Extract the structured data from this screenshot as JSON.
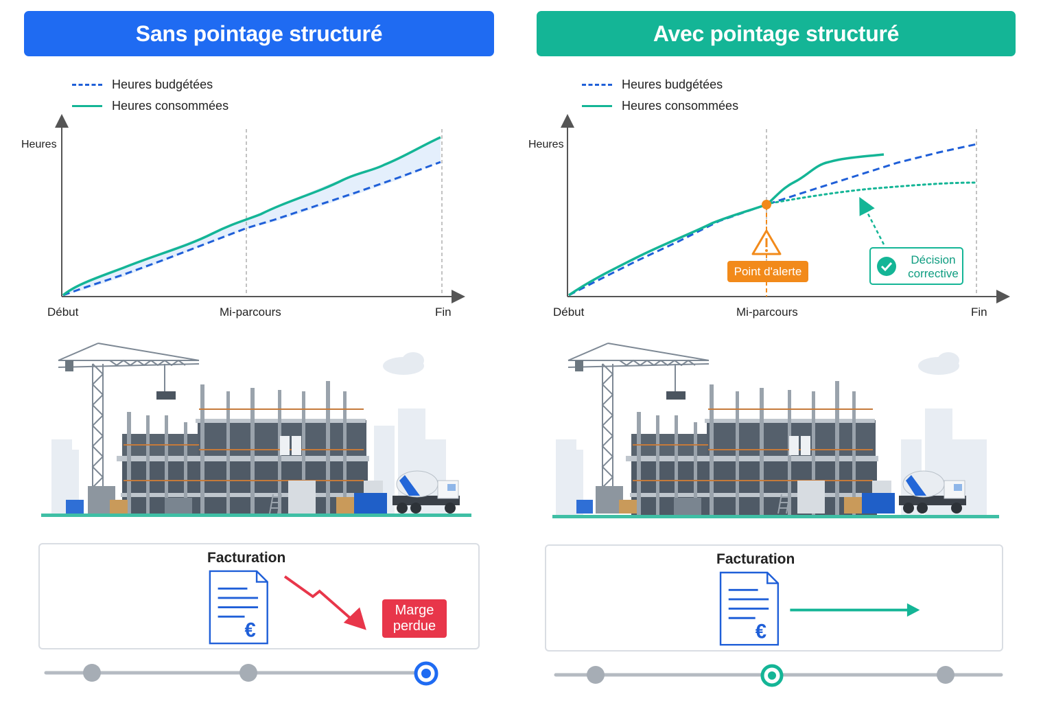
{
  "left_panel": {
    "title": "Sans pointage structuré",
    "legend": {
      "budget_label": "Heures budgétées",
      "consumed_label": "Heures consommées"
    },
    "axis": {
      "y_label": "Heures",
      "x_ticks": [
        "Début",
        "Mi-parcours",
        "Fin"
      ]
    },
    "billing": {
      "title": "Facturation",
      "icon": "invoice-euro-icon",
      "trend_icon": "downward-zigzag-arrow-icon",
      "badge": "Marge perdue"
    },
    "timeline": {
      "steps": 3,
      "active_step": 3
    }
  },
  "right_panel": {
    "title": "Avec pointage structuré",
    "legend": {
      "budget_label": "Heures budgétées",
      "consumed_label": "Heures consommées"
    },
    "axis": {
      "y_label": "Heures",
      "x_ticks": [
        "Début",
        "Mi-parcours",
        "Fin"
      ]
    },
    "alert": {
      "label": "Point d'alerte",
      "icon": "warning-triangle-icon"
    },
    "decision": {
      "label_line1": "Décision",
      "label_line2": "corrective",
      "icon": "check-circle-icon"
    },
    "billing": {
      "title": "Facturation",
      "icon": "invoice-euro-icon",
      "trend_icon": "right-arrow-icon"
    },
    "timeline": {
      "steps": 3,
      "active_step": 2
    }
  },
  "colors": {
    "blue": "#1f6bf2",
    "teal": "#14b596",
    "orange": "#f28a1a",
    "red": "#e8364a"
  },
  "illustration": {
    "icons": [
      "tower-crane-icon",
      "building-under-construction-icon",
      "concrete-mixer-truck-icon",
      "cloud-icon"
    ]
  }
}
